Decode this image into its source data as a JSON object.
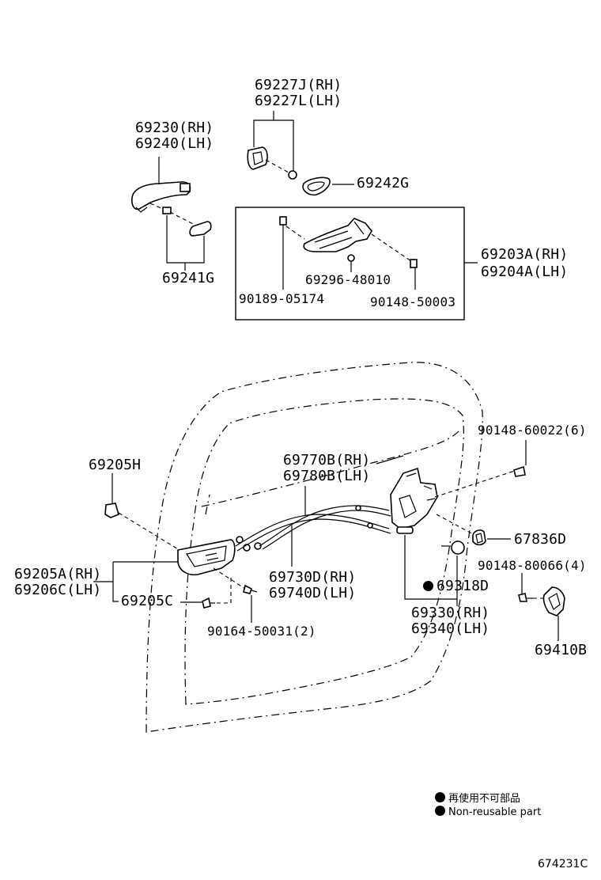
{
  "parts": {
    "p69227": [
      "69227J(RH)",
      "69227L(LH)"
    ],
    "p69230": [
      "69230(RH)",
      "69240(LH)"
    ],
    "p69242G": "69242G",
    "p69241G": "69241G",
    "p69203": [
      "69203A(RH)",
      "69204A(LH)"
    ],
    "p90189": "90189-05174",
    "p69296": "69296-48010",
    "p90148a": "90148-50003",
    "p90148b": "90148-60022(6)",
    "p69205H": "69205H",
    "p69770": [
      "69770B(RH)",
      "69780B(LH)"
    ],
    "p67836D": "67836D",
    "p90148c": "90148-80066(4)",
    "p69205A": [
      "69205A(RH)",
      "69206C(LH)"
    ],
    "p69205C": "69205C",
    "p69730": [
      "69730D(RH)",
      "69740D(LH)"
    ],
    "p69318D": "69318D",
    "p69330": [
      "69330(RH)",
      "69340(LH)"
    ],
    "p69410B": "69410B",
    "p90164": "90164-50031(2)"
  },
  "legend": {
    "line1": "再使用不可部品",
    "line2": "Non-reusable part"
  },
  "figure_id": "674231C",
  "icons": [
    "non-reusable-dot-icon"
  ]
}
